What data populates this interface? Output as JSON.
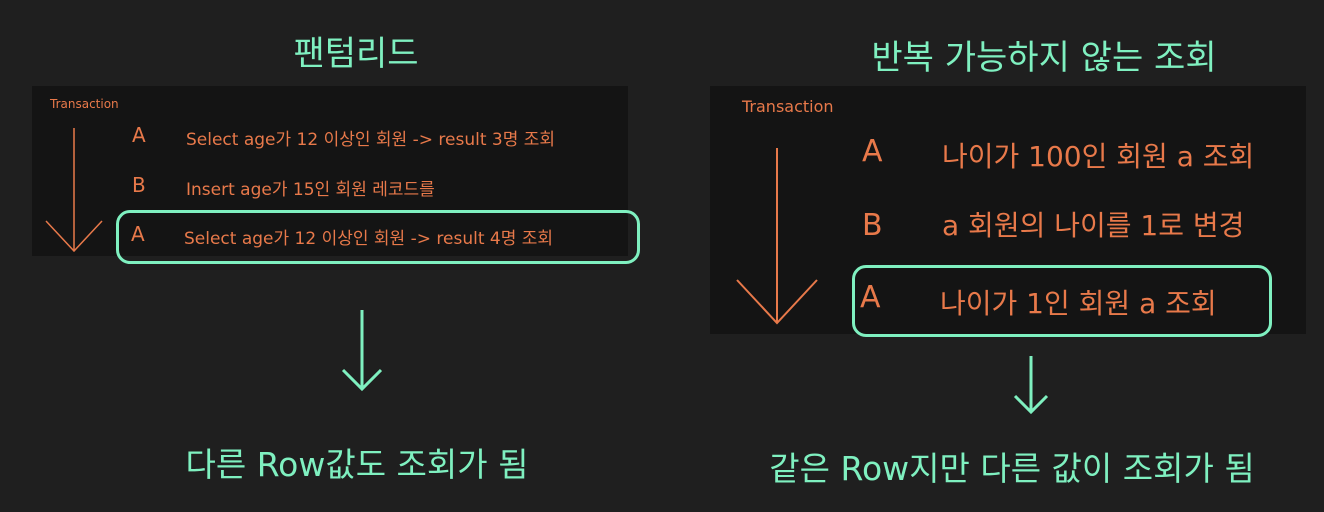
{
  "left": {
    "title": "팬텀리드",
    "panel_label": "Transaction",
    "rows": [
      {
        "tx": "A",
        "text": "Select age가 12 이상인 회원 -> result 3명 조회"
      },
      {
        "tx": "B",
        "text": "Insert age가 15인 회원 레코드를"
      },
      {
        "tx": "A",
        "text": "Select age가 12 이상인 회원 -> result 4명 조회"
      }
    ],
    "caption": "다른 Row값도 조회가 됨"
  },
  "right": {
    "title": "반복 가능하지 않는 조회",
    "panel_label": "Transaction",
    "rows": [
      {
        "tx": "A",
        "text": "나이가 100인 회원 a 조회"
      },
      {
        "tx": "B",
        "text": "a 회원의 나이를 1로 변경"
      },
      {
        "tx": "A",
        "text": "나이가 1인 회원 a 조회"
      }
    ],
    "caption": "같은 Row지만 다른 값이 조회가 됨"
  },
  "colors": {
    "background": "#1f1f1f",
    "panel": "#141414",
    "accent": "#7ff0c0",
    "text": "#e8794a"
  }
}
